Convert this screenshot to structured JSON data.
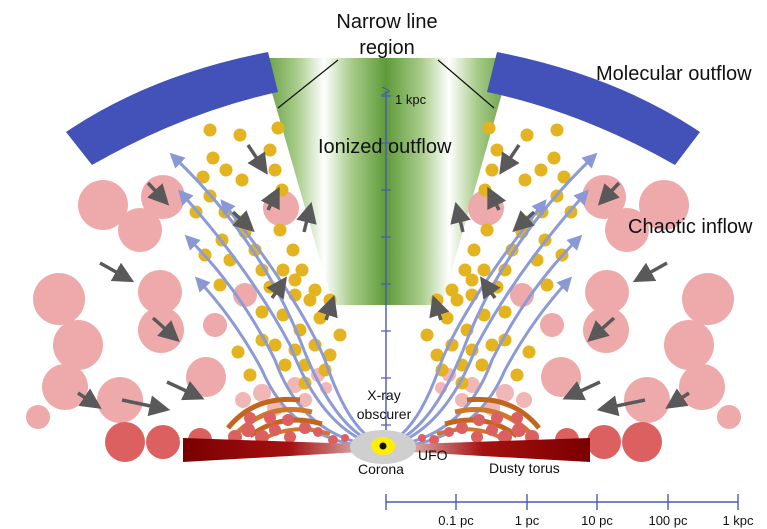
{
  "labels": {
    "narrow_line_region": [
      "Narrow line",
      "region"
    ],
    "molecular_outflow": "Molecular outflow",
    "ionized_outflow": "Ionized outflow",
    "chaotic_inflow": "Chaotic inflow",
    "xray_obscurer": [
      "X-ray",
      "obscurer"
    ],
    "corona": "Corona",
    "ufo": "UFO",
    "dusty_torus": "Dusty torus",
    "vertical_scale": "1 kpc"
  },
  "scale_bar": {
    "ticks": [
      "0.1 pc",
      "1 pc",
      "10 pc",
      "100 pc",
      "1 kpc"
    ]
  },
  "colors": {
    "molecular": "#4352b8",
    "ionized_cone": "#6fa546",
    "dust_grain": "#e3b320",
    "cold_cloud": "#eeaaaa",
    "torus_cloud": "#dc6060",
    "torus_core": "#8b0000",
    "ufo_arrow": "#8c9bd6",
    "inflow_arrow": "#5a5a5a",
    "corona": "#ffee00",
    "obscurer": "#cfcfcf",
    "scale": "#4a5bb0"
  }
}
